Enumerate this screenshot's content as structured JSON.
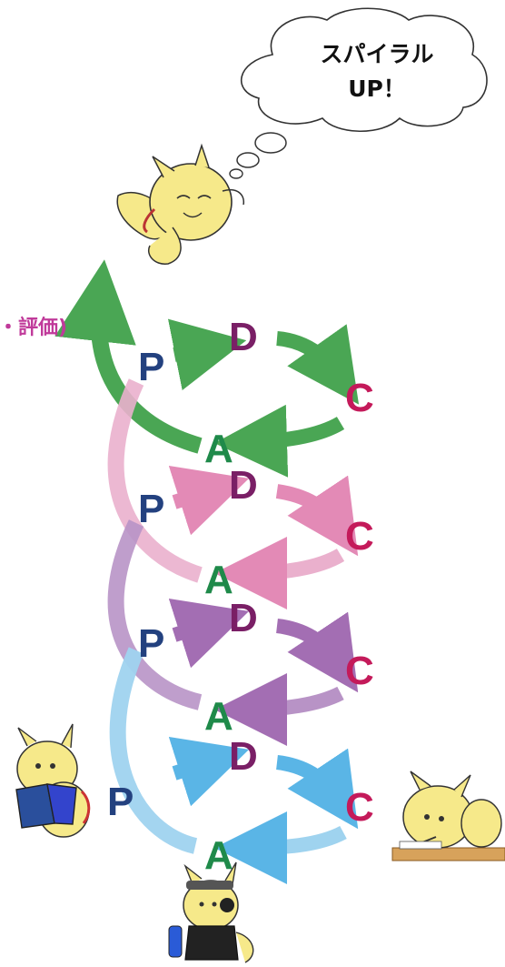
{
  "bubble": {
    "line1": "スパイラル",
    "line2": "UP！"
  },
  "side_label": "・評価)",
  "cycles": [
    {
      "p": "P",
      "d": "D",
      "c": "C",
      "a": "A",
      "color": "#4aa654"
    },
    {
      "p": "P",
      "d": "D",
      "c": "C",
      "a": "A",
      "color": "#e38ab6"
    },
    {
      "p": "P",
      "d": "D",
      "c": "C",
      "a": "A",
      "color": "#a36eb3"
    },
    {
      "p": "P",
      "d": "D",
      "c": "C",
      "a": "A",
      "color": "#5ab5e6"
    }
  ],
  "letter_colors": {
    "P": "#23417f",
    "D": "#7a1f66",
    "C": "#c41a5a",
    "A": "#1f8a4a"
  },
  "icons": [
    "thought-bubble-icon",
    "flying-mascot-icon",
    "reading-mascot-icon",
    "writing-mascot-icon",
    "music-mascot-icon"
  ]
}
